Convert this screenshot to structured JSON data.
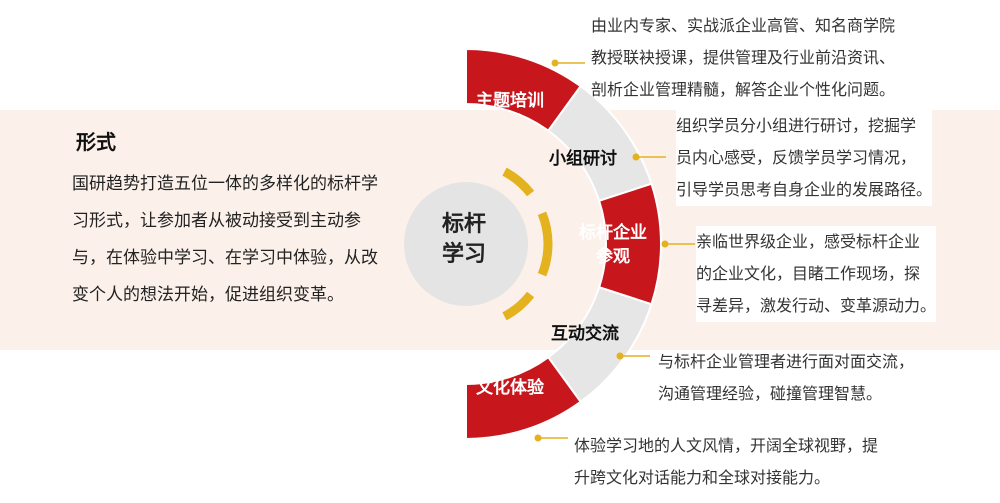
{
  "form": {
    "title": "形式",
    "description": "国研趋势打造五位一体的多样化的标杆学习形式，让参加者从被动接受到主动参与，在体验中学习、在学习中体验，从改变个人的想法开始，促进组织变革。"
  },
  "center": {
    "line1": "标杆",
    "line2": "学习"
  },
  "segments": [
    {
      "label": "主题培训",
      "color": "#c8161d",
      "text_color": "#ffffff",
      "description": [
        "由业内专家、实战派企业高管、知名商学院",
        "教授联袂授课，提供管理及行业前沿资讯、",
        "剖析企业管理精髓，解答企业个性化问题。"
      ]
    },
    {
      "label": "小组研讨",
      "color": "#e6e6e6",
      "text_color": "#111111",
      "description": [
        "组织学员分小组进行研讨，挖掘学",
        "员内心感受，反馈学员学习情况，",
        "引导学员思考自身企业的发展路径。"
      ]
    },
    {
      "label": "标杆企业参观",
      "label_lines": [
        "标杆企业",
        "参观"
      ],
      "color": "#c8161d",
      "text_color": "#ffffff",
      "description": [
        "亲临世界级企业，感受标杆企业",
        "的企业文化，目睹工作现场，探",
        "寻差异，激发行动、变革源动力。"
      ]
    },
    {
      "label": "互动交流",
      "color": "#e6e6e6",
      "text_color": "#111111",
      "description": [
        "与标杆企业管理者进行面对面交流，",
        "沟通管理经验，碰撞管理智慧。"
      ]
    },
    {
      "label": "文化体验",
      "color": "#c8161d",
      "text_color": "#ffffff",
      "description": [
        "体验学习地的人文风情，开阔全球视野，提",
        "升跨文化对话能力和全球对接能力。"
      ]
    }
  ],
  "colors": {
    "accent_red": "#c8161d",
    "accent_gold": "#e3b21e",
    "segment_gray": "#e6e6e6",
    "band": "#fbf0ea"
  }
}
